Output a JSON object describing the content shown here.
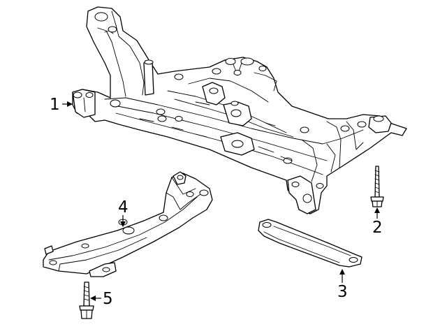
{
  "callouts": [
    {
      "id": 1,
      "label": "1"
    },
    {
      "id": 2,
      "label": "2"
    },
    {
      "id": 3,
      "label": "3"
    },
    {
      "id": 4,
      "label": "4"
    },
    {
      "id": 5,
      "label": "5"
    }
  ]
}
